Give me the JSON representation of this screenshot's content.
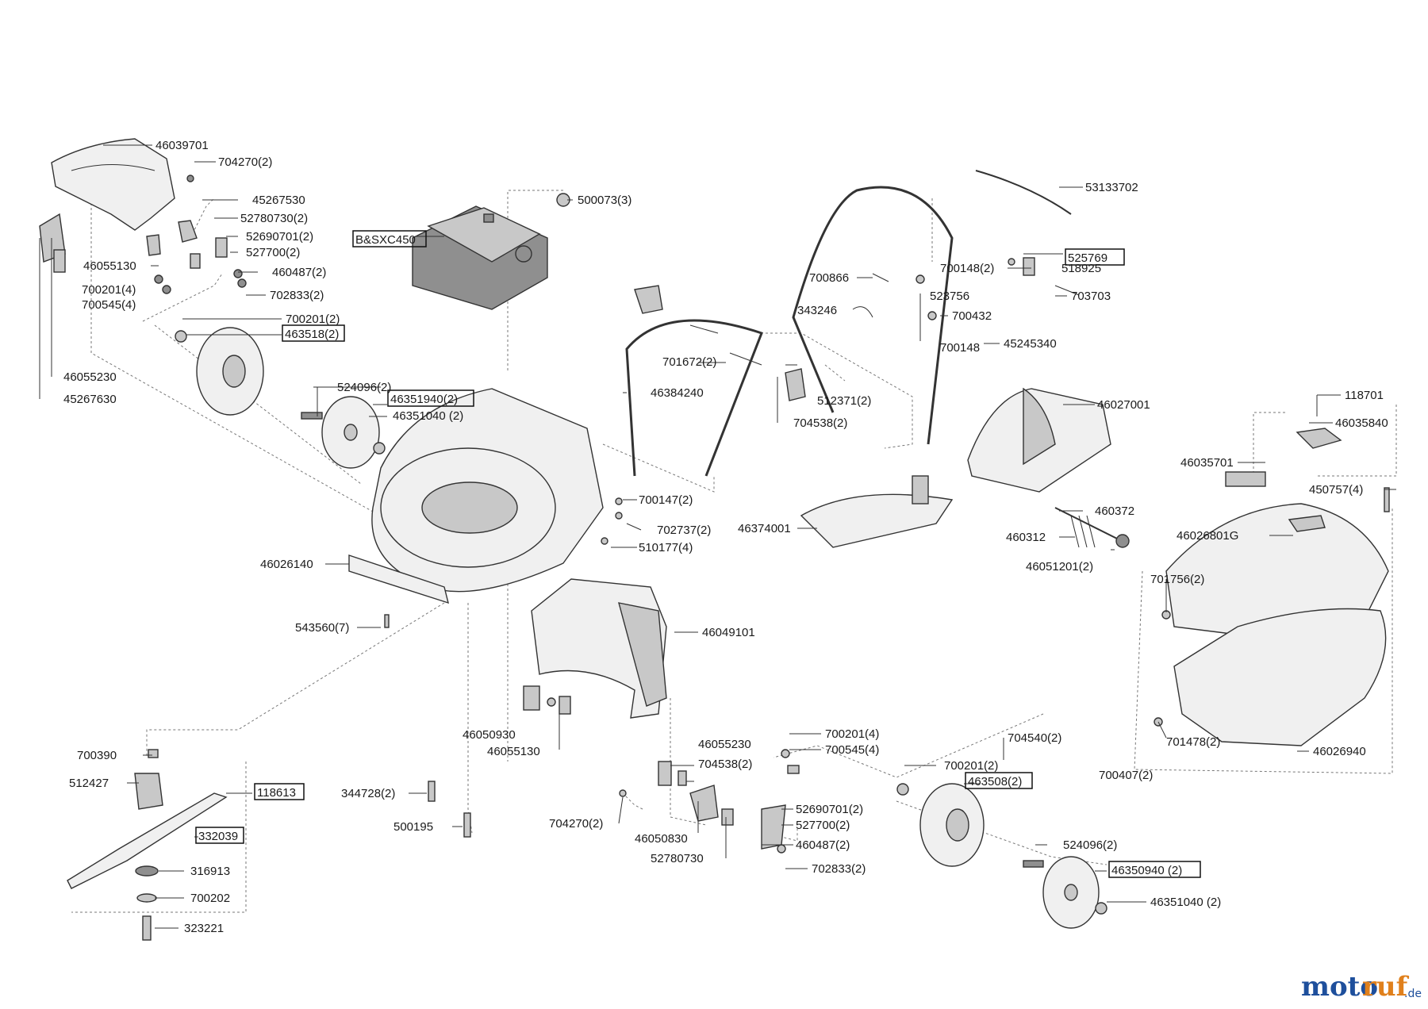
{
  "labels": {
    "p46039701": "46039701",
    "p704270_2_top": "704270(2)",
    "p45267530": "45267530",
    "p52780730_2_top": "52780730(2)",
    "p52690701_2_top": "52690701(2)",
    "p527700_2_top": "527700(2)",
    "p460487_2_top": "460487(2)",
    "p46055130_top": "46055130",
    "p700201_4_top": "700201(4)",
    "p700545_4_top": "700545(4)",
    "p702833_2_top": "702833(2)",
    "p700201_2_top": "700201(2)",
    "p463518_2": "463518(2)",
    "p46055230_top": "46055230",
    "p45267630": "45267630",
    "p524096_2_top": "524096(2)",
    "p46351940_2": "46351940(2)",
    "p46351040_2_top": "46351040 (2)",
    "pBSXC450": "B&SXC450",
    "p500073_3": "500073(3)",
    "p53133702": "53133702",
    "p525769": "525769",
    "p700148_2": "700148(2)",
    "p518925": "518925",
    "p700866": "700866",
    "p523756": "523756",
    "p703703": "703703",
    "p343246": "343246",
    "p700432": "700432",
    "p700148": "700148",
    "p45245340": "45245340",
    "p701672_2": "701672(2)",
    "p46384240": "46384240",
    "p512371_2": "512371(2)",
    "p704538_2_mid": "704538(2)",
    "p46027001": "46027001",
    "p118701": "118701",
    "p46035840": "46035840",
    "p46035701": "46035701",
    "p450757_4": "450757(4)",
    "p700147_2": "700147(2)",
    "p702737_2": "702737(2)",
    "p510177_4": "510177(4)",
    "p46374001": "46374001",
    "p460372": "460372",
    "p460312": "460312",
    "p46051201_2": "46051201(2)",
    "p46026801G": "46026801G",
    "p701756_2": "701756(2)",
    "p46026140": "46026140",
    "p543560_7": "543560(7)",
    "p46049101": "46049101",
    "p46050930": "46050930",
    "p46055130_bot": "46055130",
    "p46055230_bot": "46055230",
    "p704538_2_bot": "704538(2)",
    "p700201_4_bot": "700201(4)",
    "p700545_4_bot": "700545(4)",
    "p704540_2": "704540(2)",
    "p700201_2_bot": "700201(2)",
    "p463508_2": "463508(2)",
    "p701478_2": "701478(2)",
    "p46026940": "46026940",
    "p700407_2": "700407(2)",
    "p700390": "700390",
    "p512427": "512427",
    "p118613": "118613",
    "p332039": "332039",
    "p316913": "316913",
    "p700202": "700202",
    "p323221": "323221",
    "p344728_2": "344728(2)",
    "p500195": "500195",
    "p704270_2_bot": "704270(2)",
    "p46050830": "46050830",
    "p52780730_bot": "52780730",
    "p52690701_2_bot": "52690701(2)",
    "p527700_2_bot": "527700(2)",
    "p460487_2_bot": "460487(2)",
    "p702833_2_bot": "702833(2)",
    "p524096_2_bot": "524096(2)",
    "p46350940_2": "46350940 (2)",
    "p46351040_2_bot": "46351040 (2)"
  },
  "logo": {
    "part1": "moto",
    "part2": "ruf",
    "suffix": ".de"
  },
  "colors": {
    "logo_blue": "#1e4f9c",
    "logo_orange": "#e0801c"
  }
}
